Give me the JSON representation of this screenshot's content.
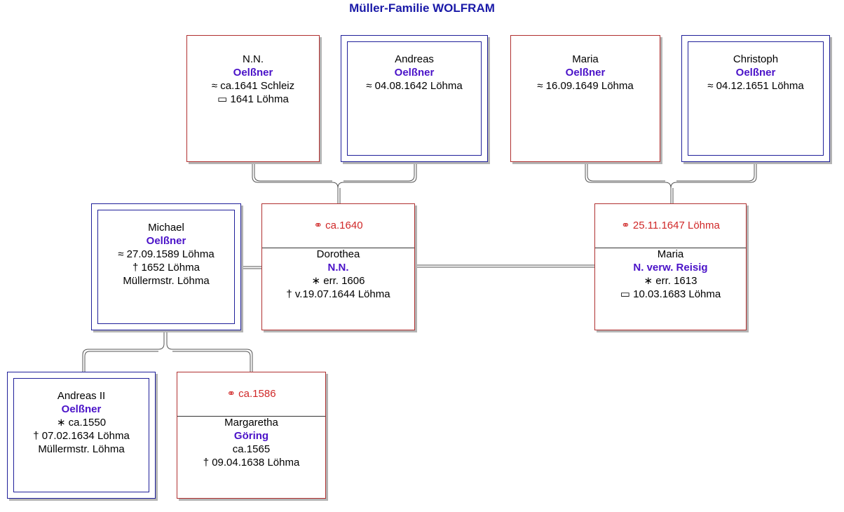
{
  "title": "Müller-Familie WOLFRAM",
  "persons": {
    "nn": {
      "first": "N.N.",
      "surname": "Oelßner",
      "line1": "≈ ca.1641 Schleiz",
      "line2": "▭  1641 Löhma"
    },
    "andreas": {
      "first": "Andreas",
      "surname": "Oelßner",
      "line1": "≈  04.08.1642 Löhma"
    },
    "maria_top": {
      "first": "Maria",
      "surname": "Oelßner",
      "line1": "≈  16.09.1649 Löhma"
    },
    "christoph": {
      "first": "Christoph",
      "surname": "Oelßner",
      "line1": "≈  04.12.1651 Löhma"
    },
    "michael": {
      "first": "Michael",
      "surname": "Oelßner",
      "line1": "≈  27.09.1589 Löhma",
      "line2": "†  1652 Löhma",
      "line3": "Müllermstr. Löhma"
    },
    "dorothea": {
      "marriage": "⚭ ca.1640",
      "first": "Dorothea",
      "surname": "N.N.",
      "line1": "∗ err. 1606",
      "line2": "† v.19.07.1644 Löhma"
    },
    "maria_spouse": {
      "marriage": "⚭  25.11.1647 Löhma",
      "first": "Maria",
      "surname": "N. verw. Reisig",
      "line1": "∗ err. 1613",
      "line2": "▭  10.03.1683 Löhma"
    },
    "andreas2": {
      "first": "Andreas II",
      "surname": "Oelßner",
      "line1": "∗ ca.1550",
      "line2": "†  07.02.1634 Löhma",
      "line3": "Müllermstr. Löhma"
    },
    "margaretha": {
      "marriage": "⚭ ca.1586",
      "first": "Margaretha",
      "surname": "Göring",
      "line1": "ca.1565",
      "line2": "†  09.04.1638 Löhma"
    }
  },
  "colors": {
    "title": "#1a1aa8",
    "surname": "#4a12c8",
    "marriage": "#d02828",
    "female_border": "#b03030",
    "male_border": "#1f1f9a"
  }
}
